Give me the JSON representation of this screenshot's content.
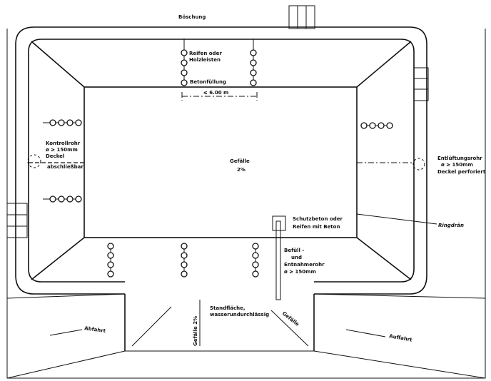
{
  "labels": {
    "embankment": "Böschung",
    "tyres_line1": "Reifen oder",
    "tyres_line2": "Holzleisten",
    "concrete_fill": "Betonfüllung",
    "width_dim": "≤ 6.00 m",
    "slope_center_1": "Gefälle",
    "slope_center_2": "2%",
    "control_pipe_1": "Kontrollrohr",
    "control_pipe_2": "ø ≥ 150mm",
    "control_pipe_3": "Deckel",
    "control_pipe_4": "abschließbar",
    "vent_pipe_1": "Entlüftungsrohr",
    "vent_pipe_2": "ø ≥ 150mm",
    "vent_pipe_3": "Deckel perforiert",
    "ring_drain": "Ringdrän",
    "protect_1": "Schutzbeton oder",
    "protect_2": "Reifen mit Beton",
    "fill_pipe_1": "Befüll -",
    "fill_pipe_2": "und",
    "fill_pipe_3": "Entnahmerohr",
    "fill_pipe_4": "ø ≥ 150mm",
    "stand_1": "Standfläche,",
    "stand_2": "wasserundurchlässig",
    "slope_vertical": "Gefälle 2%",
    "slope_diag": "Gefälle",
    "exit": "Abfahrt",
    "entry": "Auffahrt"
  }
}
